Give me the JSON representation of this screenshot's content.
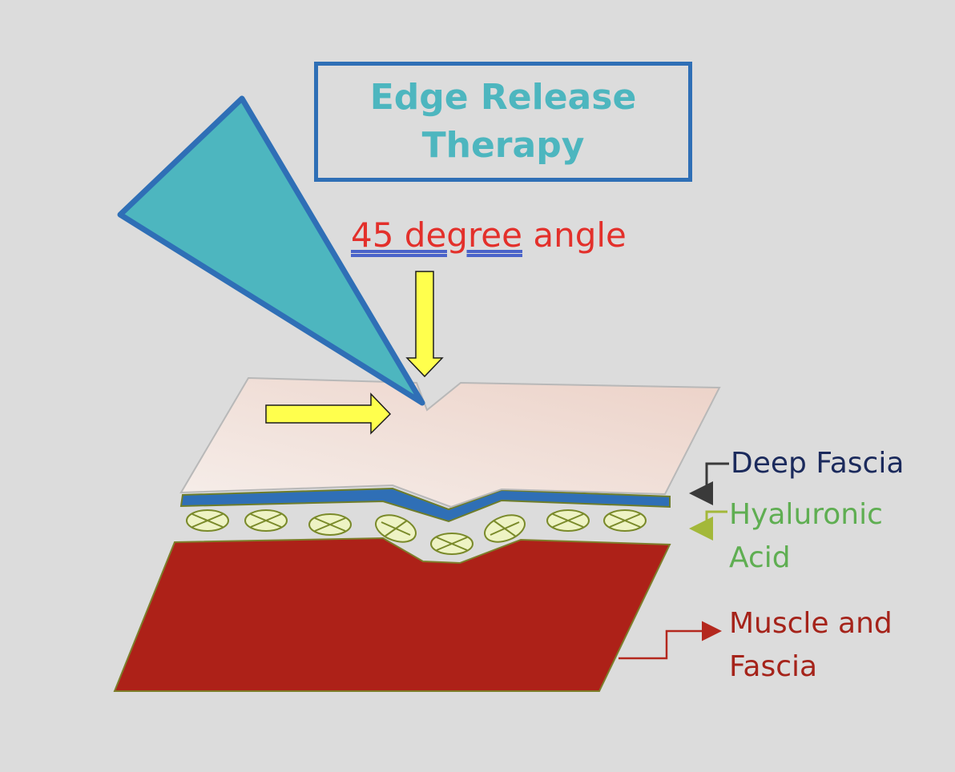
{
  "title": {
    "line1": "Edge Release",
    "line2": "Therapy"
  },
  "angle_label": {
    "underlined": "45 degree",
    "rest": " angle"
  },
  "layers": {
    "deep_fascia": "Deep Fascia",
    "hyaluronic_acid": [
      "Hyaluronic",
      "Acid"
    ],
    "muscle_and_fascia": [
      "Muscle and",
      "Fascia"
    ]
  },
  "colors": {
    "background": "#dcdcdc",
    "title_border": "#2f6fb6",
    "title_text": "#4db6bf",
    "tool_fill": "#4db6bf",
    "tool_stroke": "#2f6fb6",
    "angle_text": "#e3302b",
    "arrow_fill": "#ffff4d",
    "skin_fill": "#f2e2dc",
    "deep_fascia_band": "#2f6fb6",
    "hyaluronic_cells": "#eef3c4",
    "hyaluronic_cell_stroke": "#7a8a2a",
    "muscle_fill": "#ad2118",
    "label_deep": "#1b2a5c",
    "label_ha": "#5fae52",
    "label_muscle": "#a5231a"
  }
}
